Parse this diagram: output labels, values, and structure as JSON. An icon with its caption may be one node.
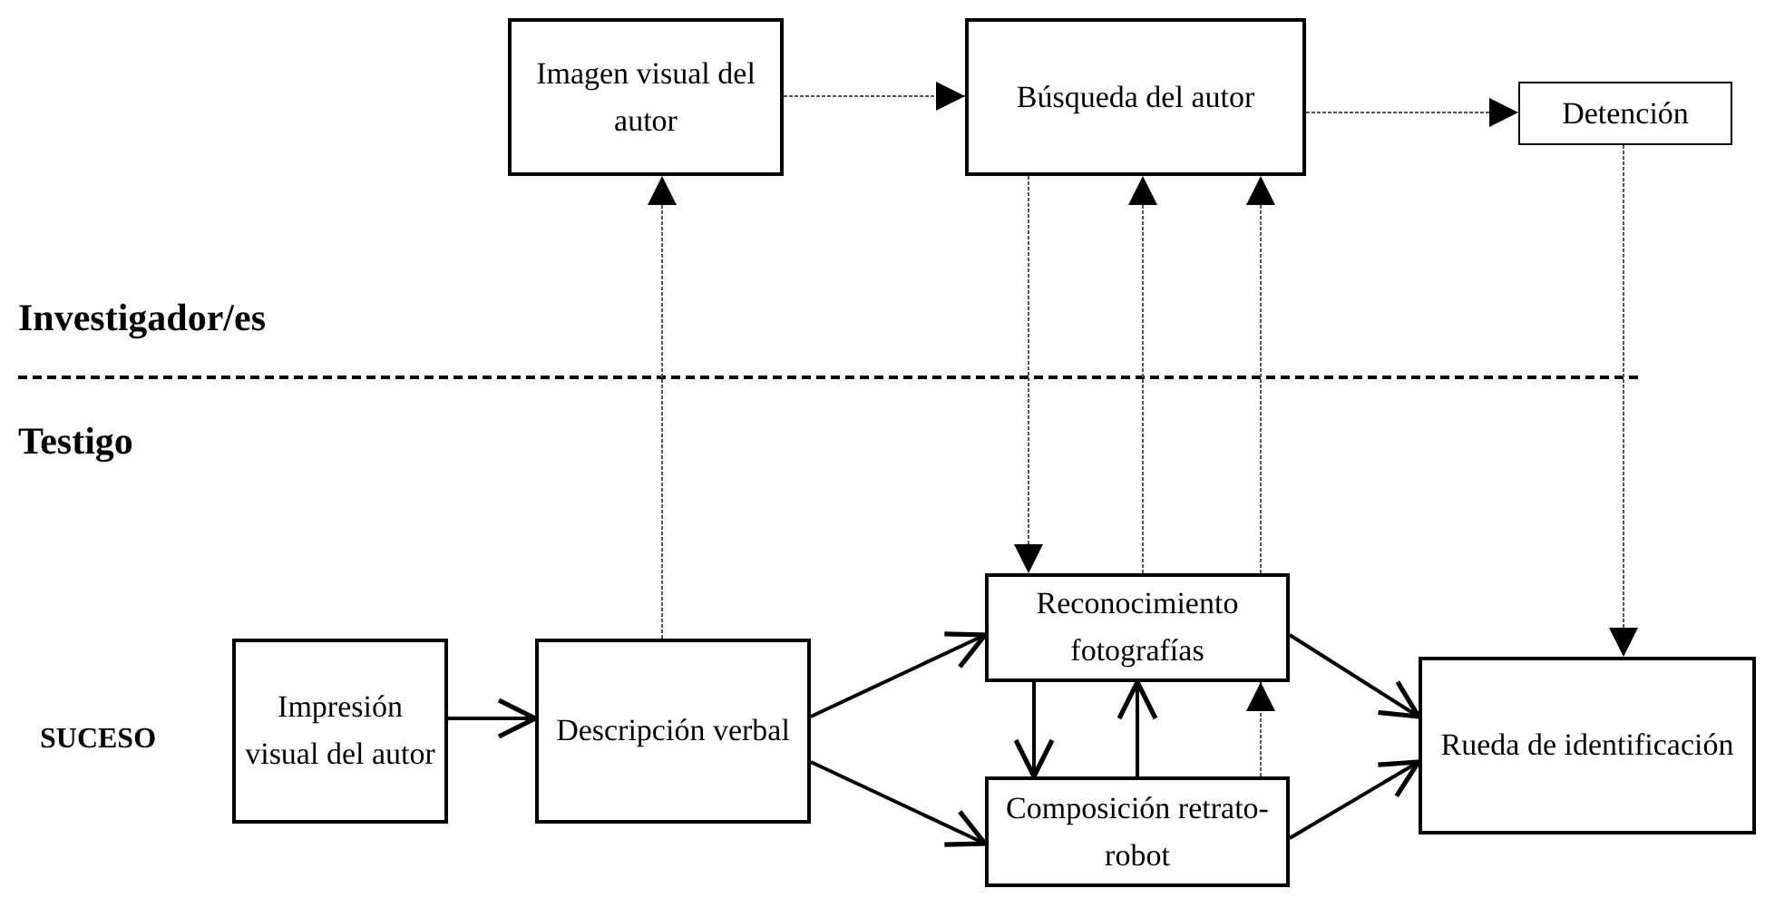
{
  "diagram": {
    "nodes": [
      {
        "text": [
          "Imagen visual del autor"
        ]
      },
      {
        "text": [
          "Búsqueda del autor"
        ]
      },
      {
        "text": [
          "Detención"
        ]
      },
      {
        "text": [
          "Impresión visual del autor"
        ]
      },
      {
        "text": [
          "Descripción verbal"
        ]
      },
      {
        "text": [
          "Reconocimiento fotografías"
        ]
      },
      {
        "text": [
          "Composición retrato-robot"
        ]
      },
      {
        "text": [
          "Rueda de identificación"
        ]
      }
    ],
    "edges": [
      {
        "from": 0,
        "to": 1,
        "arrow": "to",
        "style": "dashed"
      },
      {
        "from": 1,
        "to": 2,
        "arrow": "to",
        "style": "dashed"
      },
      {
        "from": 4,
        "to": 0,
        "arrow": "to",
        "style": "dashed"
      },
      {
        "from": 1,
        "to": 5,
        "arrow": "to",
        "style": "dashed"
      },
      {
        "from": 5,
        "to": 1,
        "arrow": "to",
        "style": "dashed"
      },
      {
        "from": 5,
        "to": 1,
        "arrow": "to",
        "style": "dashed"
      },
      {
        "from": 6,
        "to": 5,
        "arrow": "to",
        "style": "dashed"
      },
      {
        "from": 2,
        "to": 7,
        "arrow": "to",
        "style": "dashed"
      },
      {
        "from": 3,
        "to": 4,
        "arrow": "to"
      },
      {
        "from": 4,
        "to": 5,
        "arrow": "to"
      },
      {
        "from": 4,
        "to": 6,
        "arrow": "to"
      },
      {
        "from": 5,
        "to": 6,
        "arrow": "to"
      },
      {
        "from": 6,
        "to": 5,
        "arrow": "to"
      },
      {
        "from": 5,
        "to": 7,
        "arrow": "to"
      },
      {
        "from": 6,
        "to": 7,
        "arrow": "to"
      }
    ],
    "labels": [
      "Investigador/es",
      "Testigo",
      "SUCESO"
    ]
  }
}
